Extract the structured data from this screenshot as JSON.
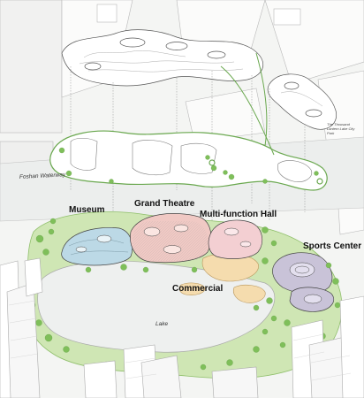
{
  "labels": {
    "foshan_waterway": "Foshan Waterway",
    "museum": "Museum",
    "grand_theatre": "Grand Theatre",
    "multi_function_hall": "Multi-function Hall",
    "sports_center": "Sports Center",
    "commercial": "Commercial",
    "lake": "Lake",
    "park_line1": "The Thousand",
    "park_line2": "Lantern Lake City",
    "park_line3": "Park"
  },
  "colors": {
    "background": "#f4f5f3",
    "grass": "#cfe6b4",
    "trees": "#7fbf5a",
    "museum_roof": "#bcd9e6",
    "theatre_roof": "#f0c9c4",
    "hall_roof": "#f3cfd2",
    "sports_roof": "#c9c3d8",
    "commercial_plaza": "#f5dcae",
    "lake": "#eef0ef",
    "roof_outline": "#444444"
  }
}
